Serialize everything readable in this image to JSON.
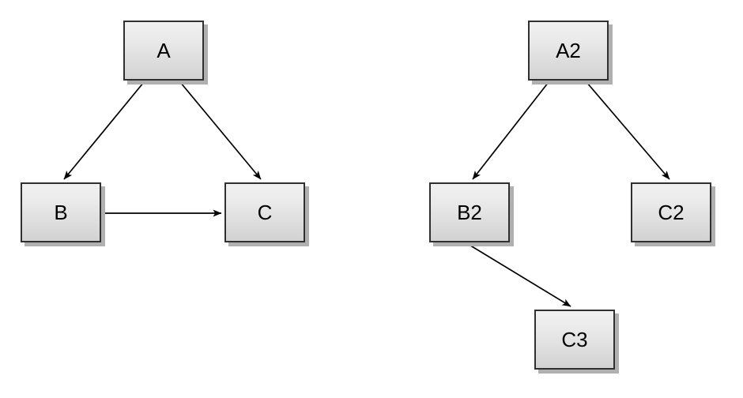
{
  "diagrams": {
    "left": {
      "nodes": [
        {
          "id": "A",
          "label": "A"
        },
        {
          "id": "B",
          "label": "B"
        },
        {
          "id": "C",
          "label": "C"
        }
      ],
      "edges": [
        {
          "from": "A",
          "to": "B"
        },
        {
          "from": "A",
          "to": "C"
        },
        {
          "from": "B",
          "to": "C"
        }
      ]
    },
    "right": {
      "nodes": [
        {
          "id": "A2",
          "label": "A2"
        },
        {
          "id": "B2",
          "label": "B2"
        },
        {
          "id": "C2",
          "label": "C2"
        },
        {
          "id": "C3",
          "label": "C3"
        }
      ],
      "edges": [
        {
          "from": "A2",
          "to": "B2"
        },
        {
          "from": "A2",
          "to": "C2"
        },
        {
          "from": "B2",
          "to": "C3"
        }
      ]
    }
  },
  "colors": {
    "background": "#ffffff",
    "node_fill_top": "#f1f1f1",
    "node_fill_bottom": "#d2d2d2",
    "node_border": "#303030",
    "node_shadow": "#b0b0b0",
    "edge_stroke": "#000000",
    "label_text": "#000000"
  }
}
